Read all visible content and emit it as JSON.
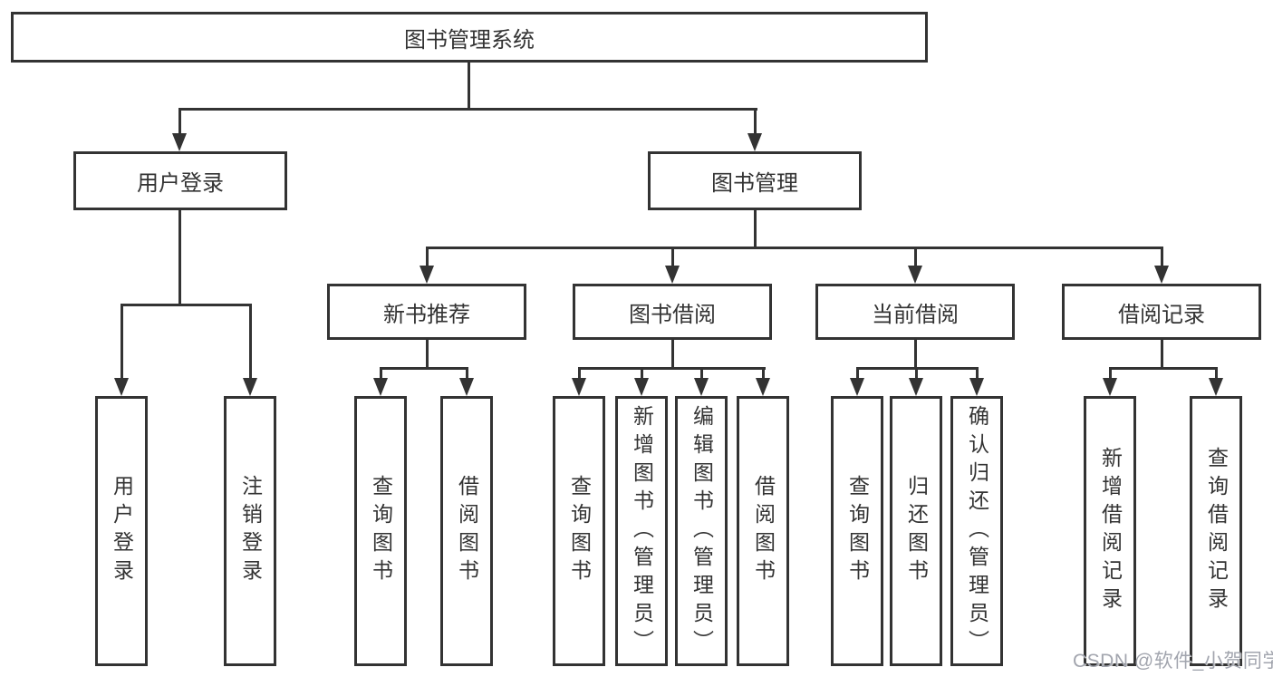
{
  "tree": {
    "root": "图书管理系统",
    "user_login": {
      "label": "用户登录",
      "children": [
        "用户登录",
        "注销登录"
      ]
    },
    "book_management": {
      "label": "图书管理",
      "modules": {
        "new_book_recommend": {
          "label": "新书推荐",
          "children": [
            "查询图书",
            "借阅图书"
          ]
        },
        "book_borrow": {
          "label": "图书借阅",
          "children": [
            "查询图书",
            "新增图书（管理员）",
            "编辑图书（管理员）",
            "借阅图书"
          ]
        },
        "current_borrow": {
          "label": "当前借阅",
          "children": [
            "查询图书",
            "归还图书",
            "确认归还（管理员）"
          ]
        },
        "borrow_record": {
          "label": "借阅记录",
          "children": [
            "新增借阅记录",
            "查询借阅记录"
          ]
        }
      }
    }
  },
  "colors": {
    "line": "#333333",
    "background": "#ffffff",
    "watermark": "#a2a5ae"
  },
  "watermark": "CSDN @软件_小贺同学"
}
